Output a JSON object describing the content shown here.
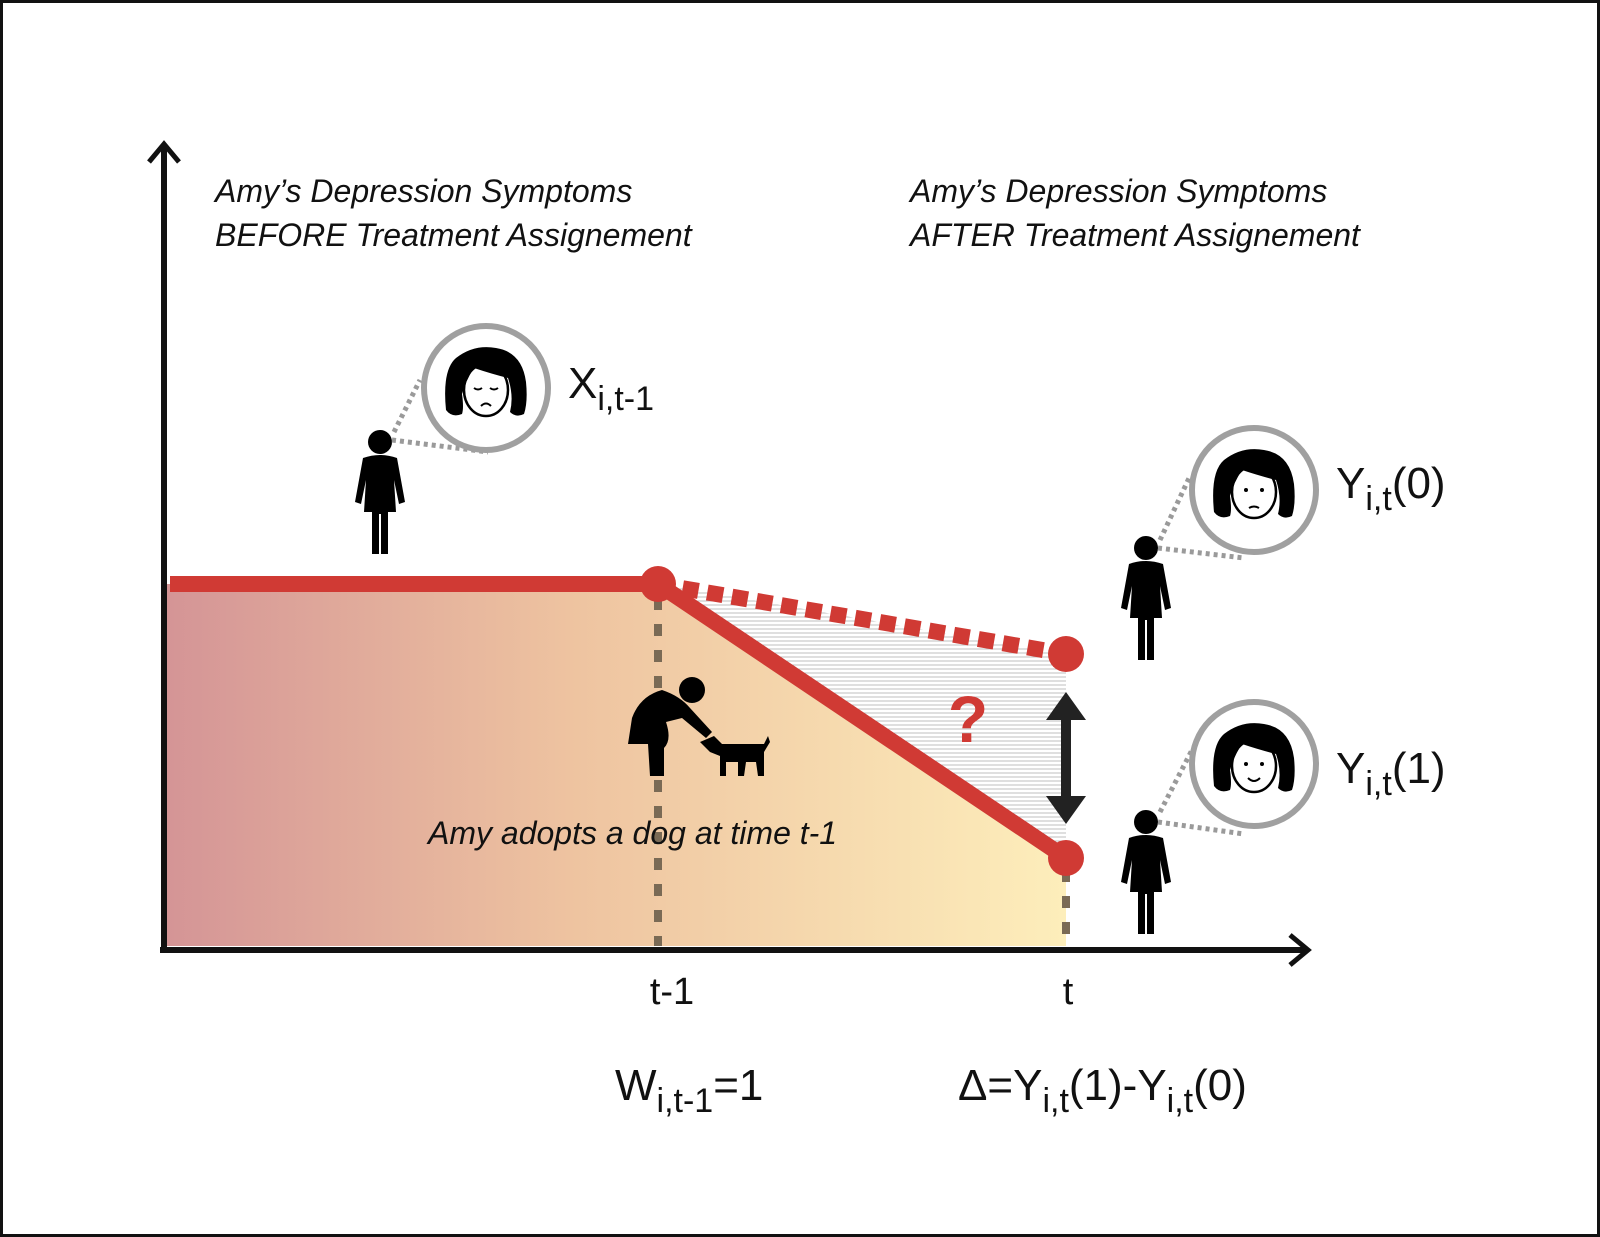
{
  "diagram": {
    "left_heading": {
      "line1": "Amy’s Depression Symptoms",
      "line2": "BEFORE Treatment Assignement"
    },
    "right_heading": {
      "line1": "Amy’s Depression Symptoms",
      "line2": "AFTER Treatment Assignement"
    },
    "x_ticks": {
      "t_minus_1": "t-1",
      "t": "t"
    },
    "event_caption": "Amy adopts a dog at time t-1",
    "question_mark": "?",
    "labels": {
      "x_main": "X",
      "x_sub": "i,t-1",
      "y0_main": "Y",
      "y0_sub": "i,t",
      "y0_arg": "(0)",
      "y1_main": "Y",
      "y1_sub": "i,t",
      "y1_arg": "(1)",
      "w_main": "W",
      "w_sub": "i,t-1",
      "w_eq": "=1",
      "delta_a": "Δ=Y",
      "delta_sub1": "i,t",
      "delta_b": "(1)-Y",
      "delta_sub2": "i,t",
      "delta_c": "(0)"
    },
    "icons": [
      "sad-face-icon",
      "neutral-face-icon",
      "happy-face-icon",
      "person-icon",
      "person-petting-dog-icon",
      "double-arrow-icon"
    ],
    "colors": {
      "line": "#d03a34",
      "axis": "#111111",
      "gradient_left": "#d49496",
      "gradient_right": "#fdeebb",
      "circle_border": "#a0a0a0",
      "dotted_guide": "#7a6a55"
    }
  }
}
